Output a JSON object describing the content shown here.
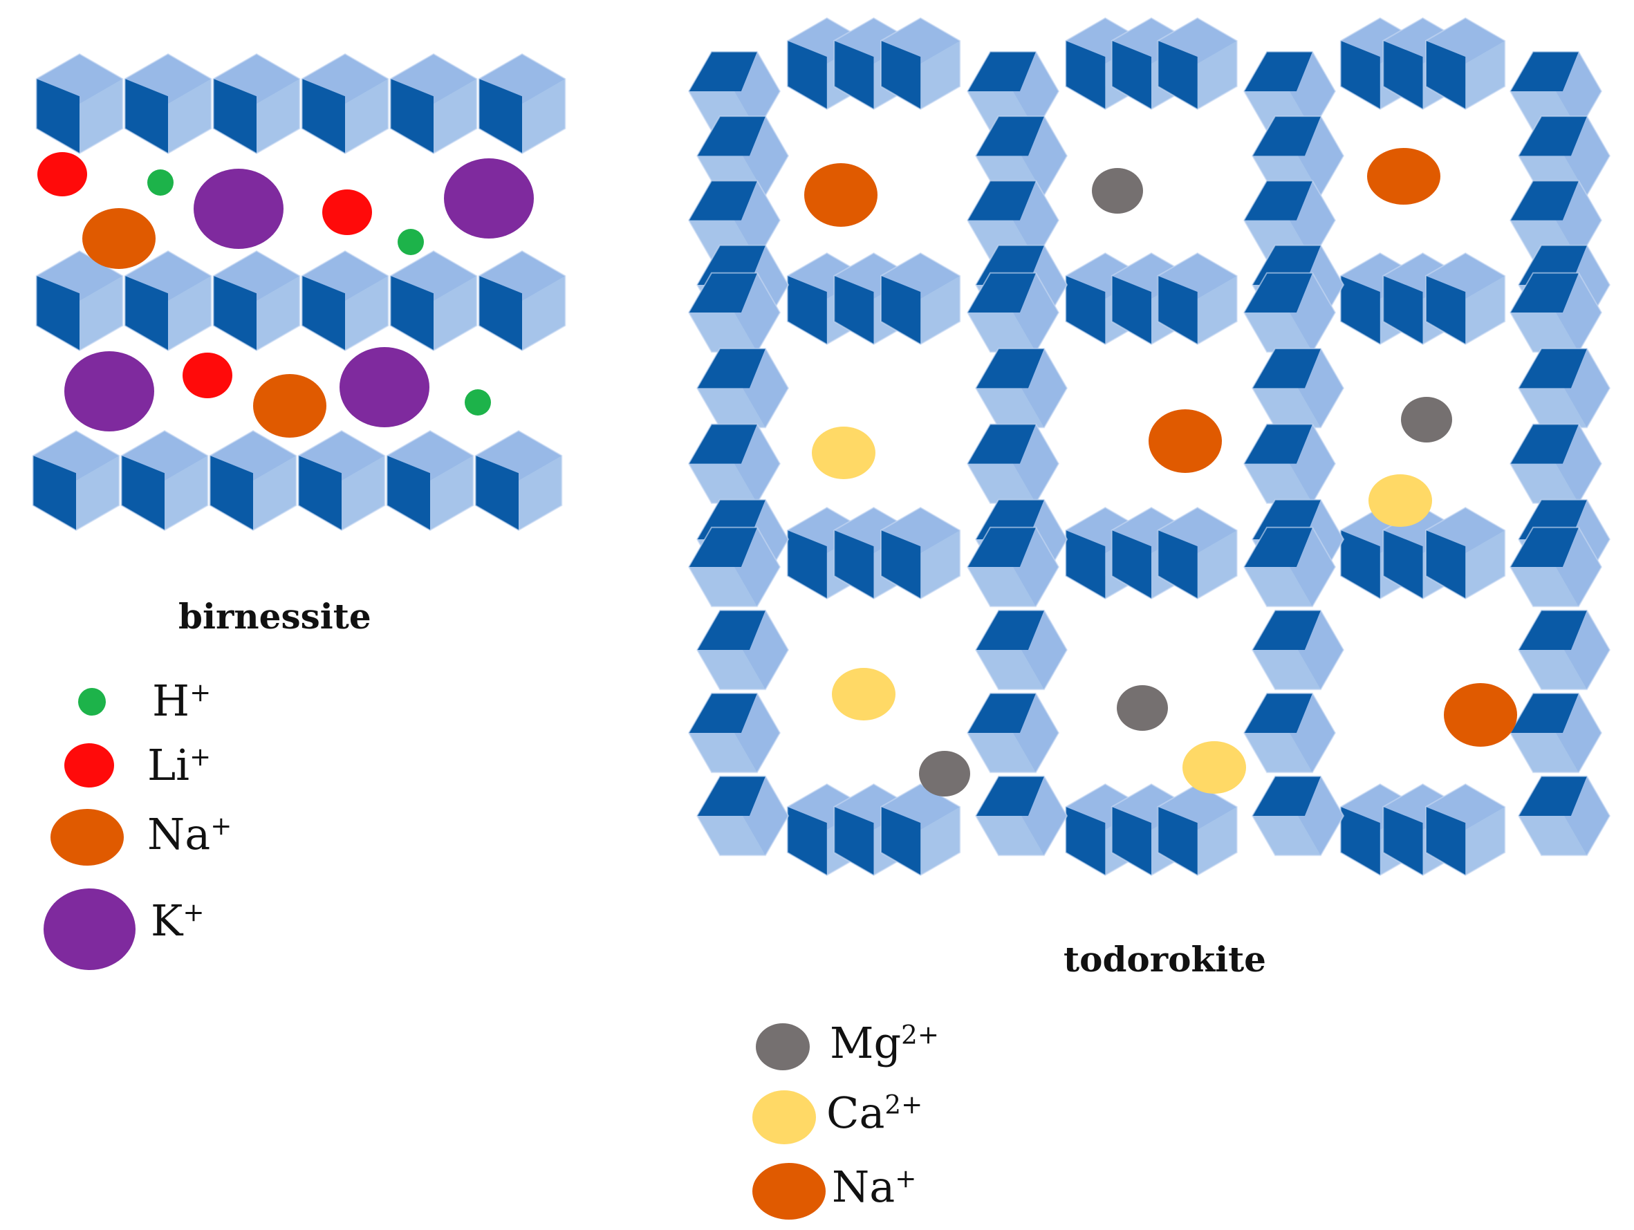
{
  "birnessite": {
    "caption": "birnessite",
    "legend": [
      {
        "element": "H",
        "charge": "+",
        "color": "#1db34a"
      },
      {
        "element": "Li",
        "charge": "+",
        "color": "#ff0a0a"
      },
      {
        "element": "Na",
        "charge": "+",
        "color": "#e05a00"
      },
      {
        "element": "K",
        "charge": "+",
        "color": "#7f2a9e"
      }
    ]
  },
  "todorokite": {
    "caption": "todorokite",
    "legend": [
      {
        "element": "Mg",
        "charge": "2+",
        "color": "#757070"
      },
      {
        "element": "Ca",
        "charge": "2+",
        "color": "#ffd966"
      },
      {
        "element": "Na",
        "charge": "+",
        "color": "#e05a00"
      }
    ]
  },
  "colors": {
    "octahedron_light": "#a6c4ea",
    "octahedron_mid": "#8cb1e3",
    "octahedron_dark": "#0a5aa6"
  }
}
